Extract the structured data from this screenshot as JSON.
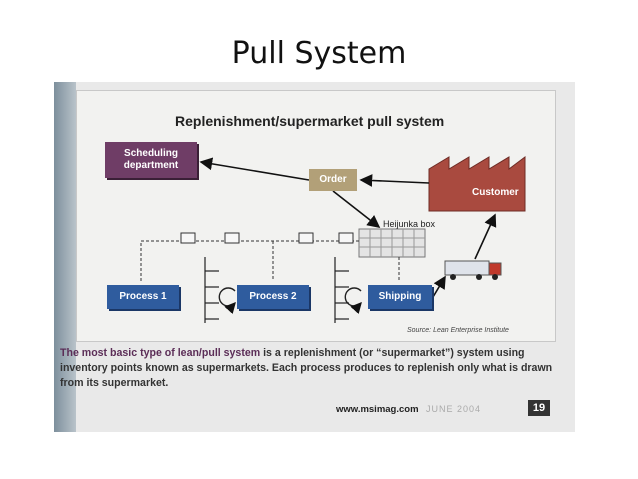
{
  "slide": {
    "title": "Pull System"
  },
  "diagram": {
    "title": "Replenishment/supermarket pull system",
    "nodes": {
      "scheduling": "Scheduling department",
      "order": "Order",
      "customer": "Customer",
      "heijunka": "Heijunka box",
      "process1": "Process 1",
      "process2": "Process 2",
      "shipping": "Shipping"
    },
    "source": "Source: Lean Enterprise Institute",
    "colors": {
      "scheduling": "#6f3d66",
      "process": "#2f5c9e",
      "customer": "#a94a3f",
      "order": "#b2a078"
    }
  },
  "caption": {
    "highlight": "The most basic type of lean/pull system",
    "text": " is a replenishment (or “supermarket”) system using inventory points known as supermarkets. Each process produces to replenish only what is drawn from its supermarket."
  },
  "footer": {
    "url": "www.msimag.com",
    "date": "JUNE 2004",
    "page": "19"
  }
}
